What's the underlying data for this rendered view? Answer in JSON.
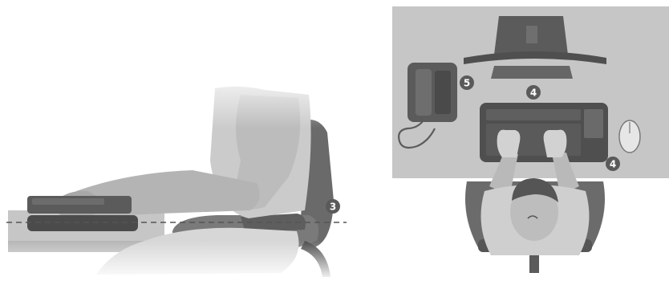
{
  "illustration": {
    "side_view": {
      "markers": [
        {
          "label": "3",
          "meaning": "arm-height-guideline"
        }
      ]
    },
    "top_view": {
      "markers": [
        {
          "label": "4",
          "meaning": "keyboard-position"
        },
        {
          "label": "4",
          "meaning": "mouse-position"
        },
        {
          "label": "5",
          "meaning": "phone-position"
        }
      ]
    }
  },
  "colors": {
    "background": "#ffffff",
    "desk": "#c6c6c6",
    "dark_gray": "#5b5b5b",
    "mid_gray": "#8a8a8a",
    "light_gray": "#d4d4d4",
    "marker_fill": "#5a5a5a"
  }
}
